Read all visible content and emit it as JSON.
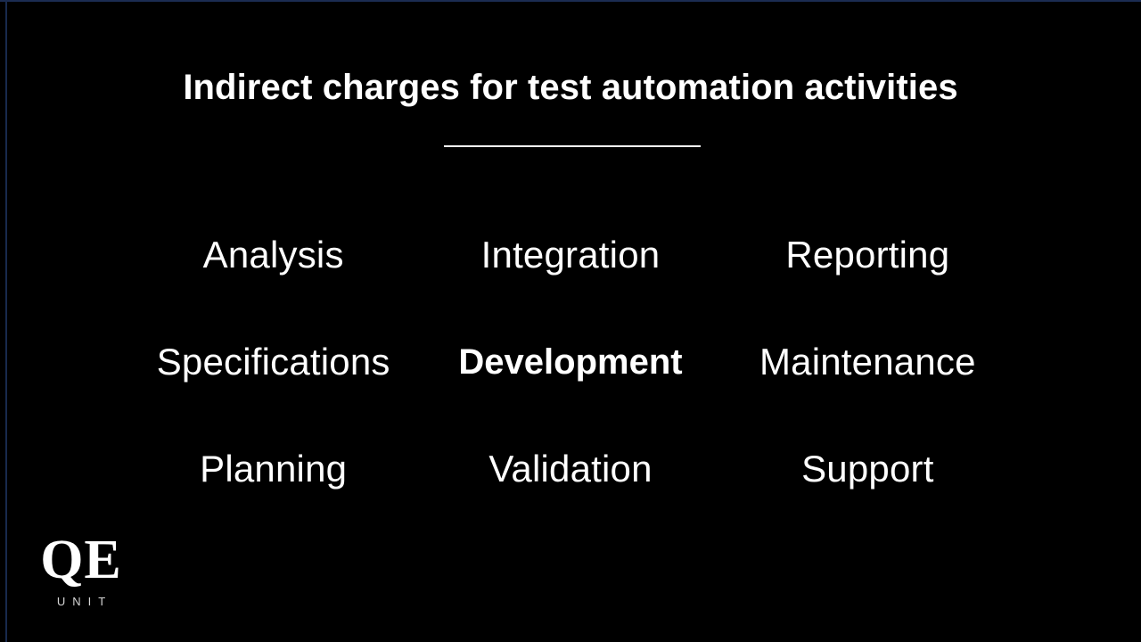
{
  "slide": {
    "background_color": "#000000",
    "text_color": "#ffffff",
    "edge_accent_color": "#1b2c52",
    "title": "Indirect charges for test automation activities",
    "divider": "title-rule"
  },
  "grid": {
    "columns": 3,
    "rows": 3,
    "cells": [
      {
        "label": "Analysis",
        "emphasis": false,
        "row": 1,
        "column": 1
      },
      {
        "label": "Integration",
        "emphasis": false,
        "row": 1,
        "column": 2
      },
      {
        "label": "Reporting",
        "emphasis": false,
        "row": 1,
        "column": 3
      },
      {
        "label": "Specifications",
        "emphasis": false,
        "row": 2,
        "column": 1
      },
      {
        "label": "Development",
        "emphasis": true,
        "row": 2,
        "column": 2
      },
      {
        "label": "Maintenance",
        "emphasis": false,
        "row": 2,
        "column": 3
      },
      {
        "label": "Planning",
        "emphasis": false,
        "row": 3,
        "column": 1
      },
      {
        "label": "Validation",
        "emphasis": false,
        "row": 3,
        "column": 2
      },
      {
        "label": "Support",
        "emphasis": false,
        "row": 3,
        "column": 3
      }
    ]
  },
  "logo": {
    "mark": "QE",
    "word": "UNIT",
    "mark_color": "#ffffff",
    "word_color": "#d6d6d6"
  }
}
